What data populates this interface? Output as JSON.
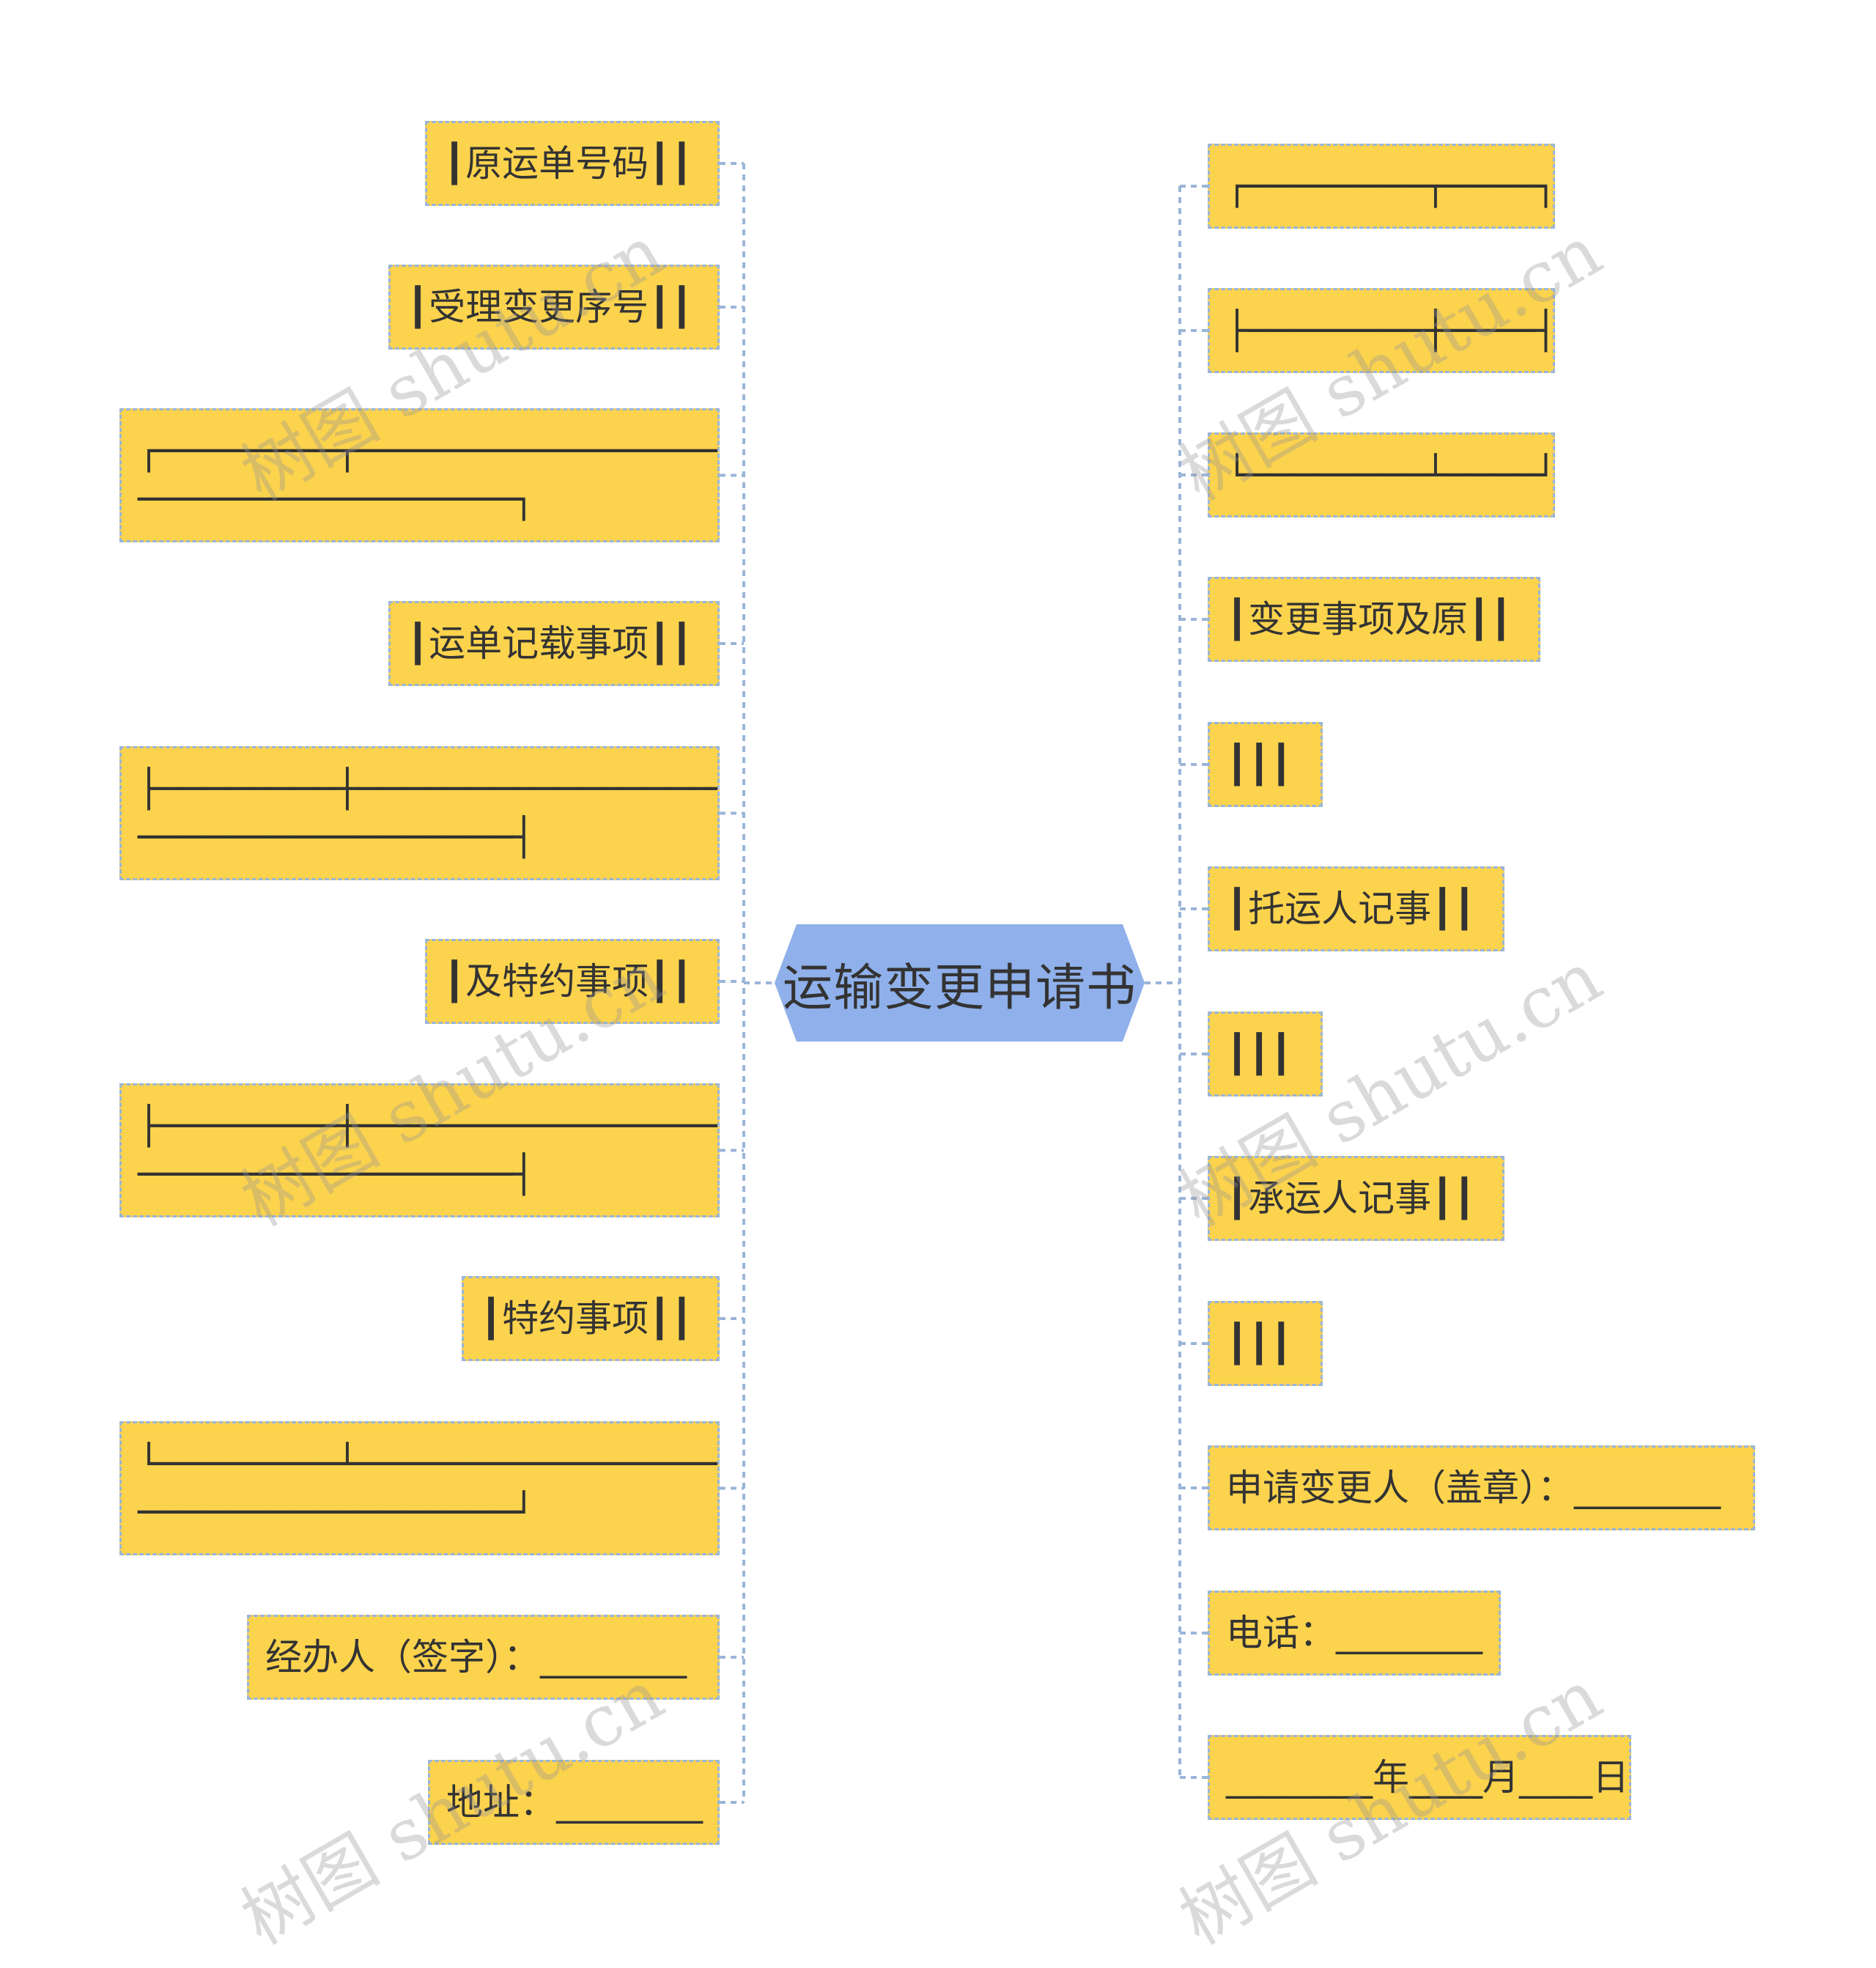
{
  "root": {
    "label": "运输变更申请书"
  },
  "left_nodes": [
    "┃原运单号码┃┃",
    "┃受理变更序号┃┃",
    "┌────────┬─────────────────\n─────────────────┐",
    "┃运单记载事项┃┃",
    "├────────┼─────────────────\n─────────────────┤",
    "┃及特约事项┃┃",
    "├────────┼─────────────────\n─────────────────┤",
    "┃特约事项┃┃",
    "└────────┴─────────────────\n─────────────────┘",
    "经办人（签字）：________",
    "地址：________"
  ],
  "right_nodes": [
    "┌────────┬────┐",
    "├────────┼────┤",
    "└────────┴────┘",
    "┃变更事项及原┃┃",
    "┃┃┃",
    "┃托运人记事┃┃",
    "┃┃┃",
    "┃承运人记事┃┃",
    "┃┃┃",
    "申请变更人（盖章）：________",
    "电话：________",
    "________年____月____日"
  ],
  "watermark": "树图 shutu.cn",
  "colors": {
    "node_fill": "#fcd34d",
    "node_border": "#9ab5d8",
    "root_fill": "#8fb0ea",
    "connector": "#9ab5d8",
    "text": "#333333"
  }
}
